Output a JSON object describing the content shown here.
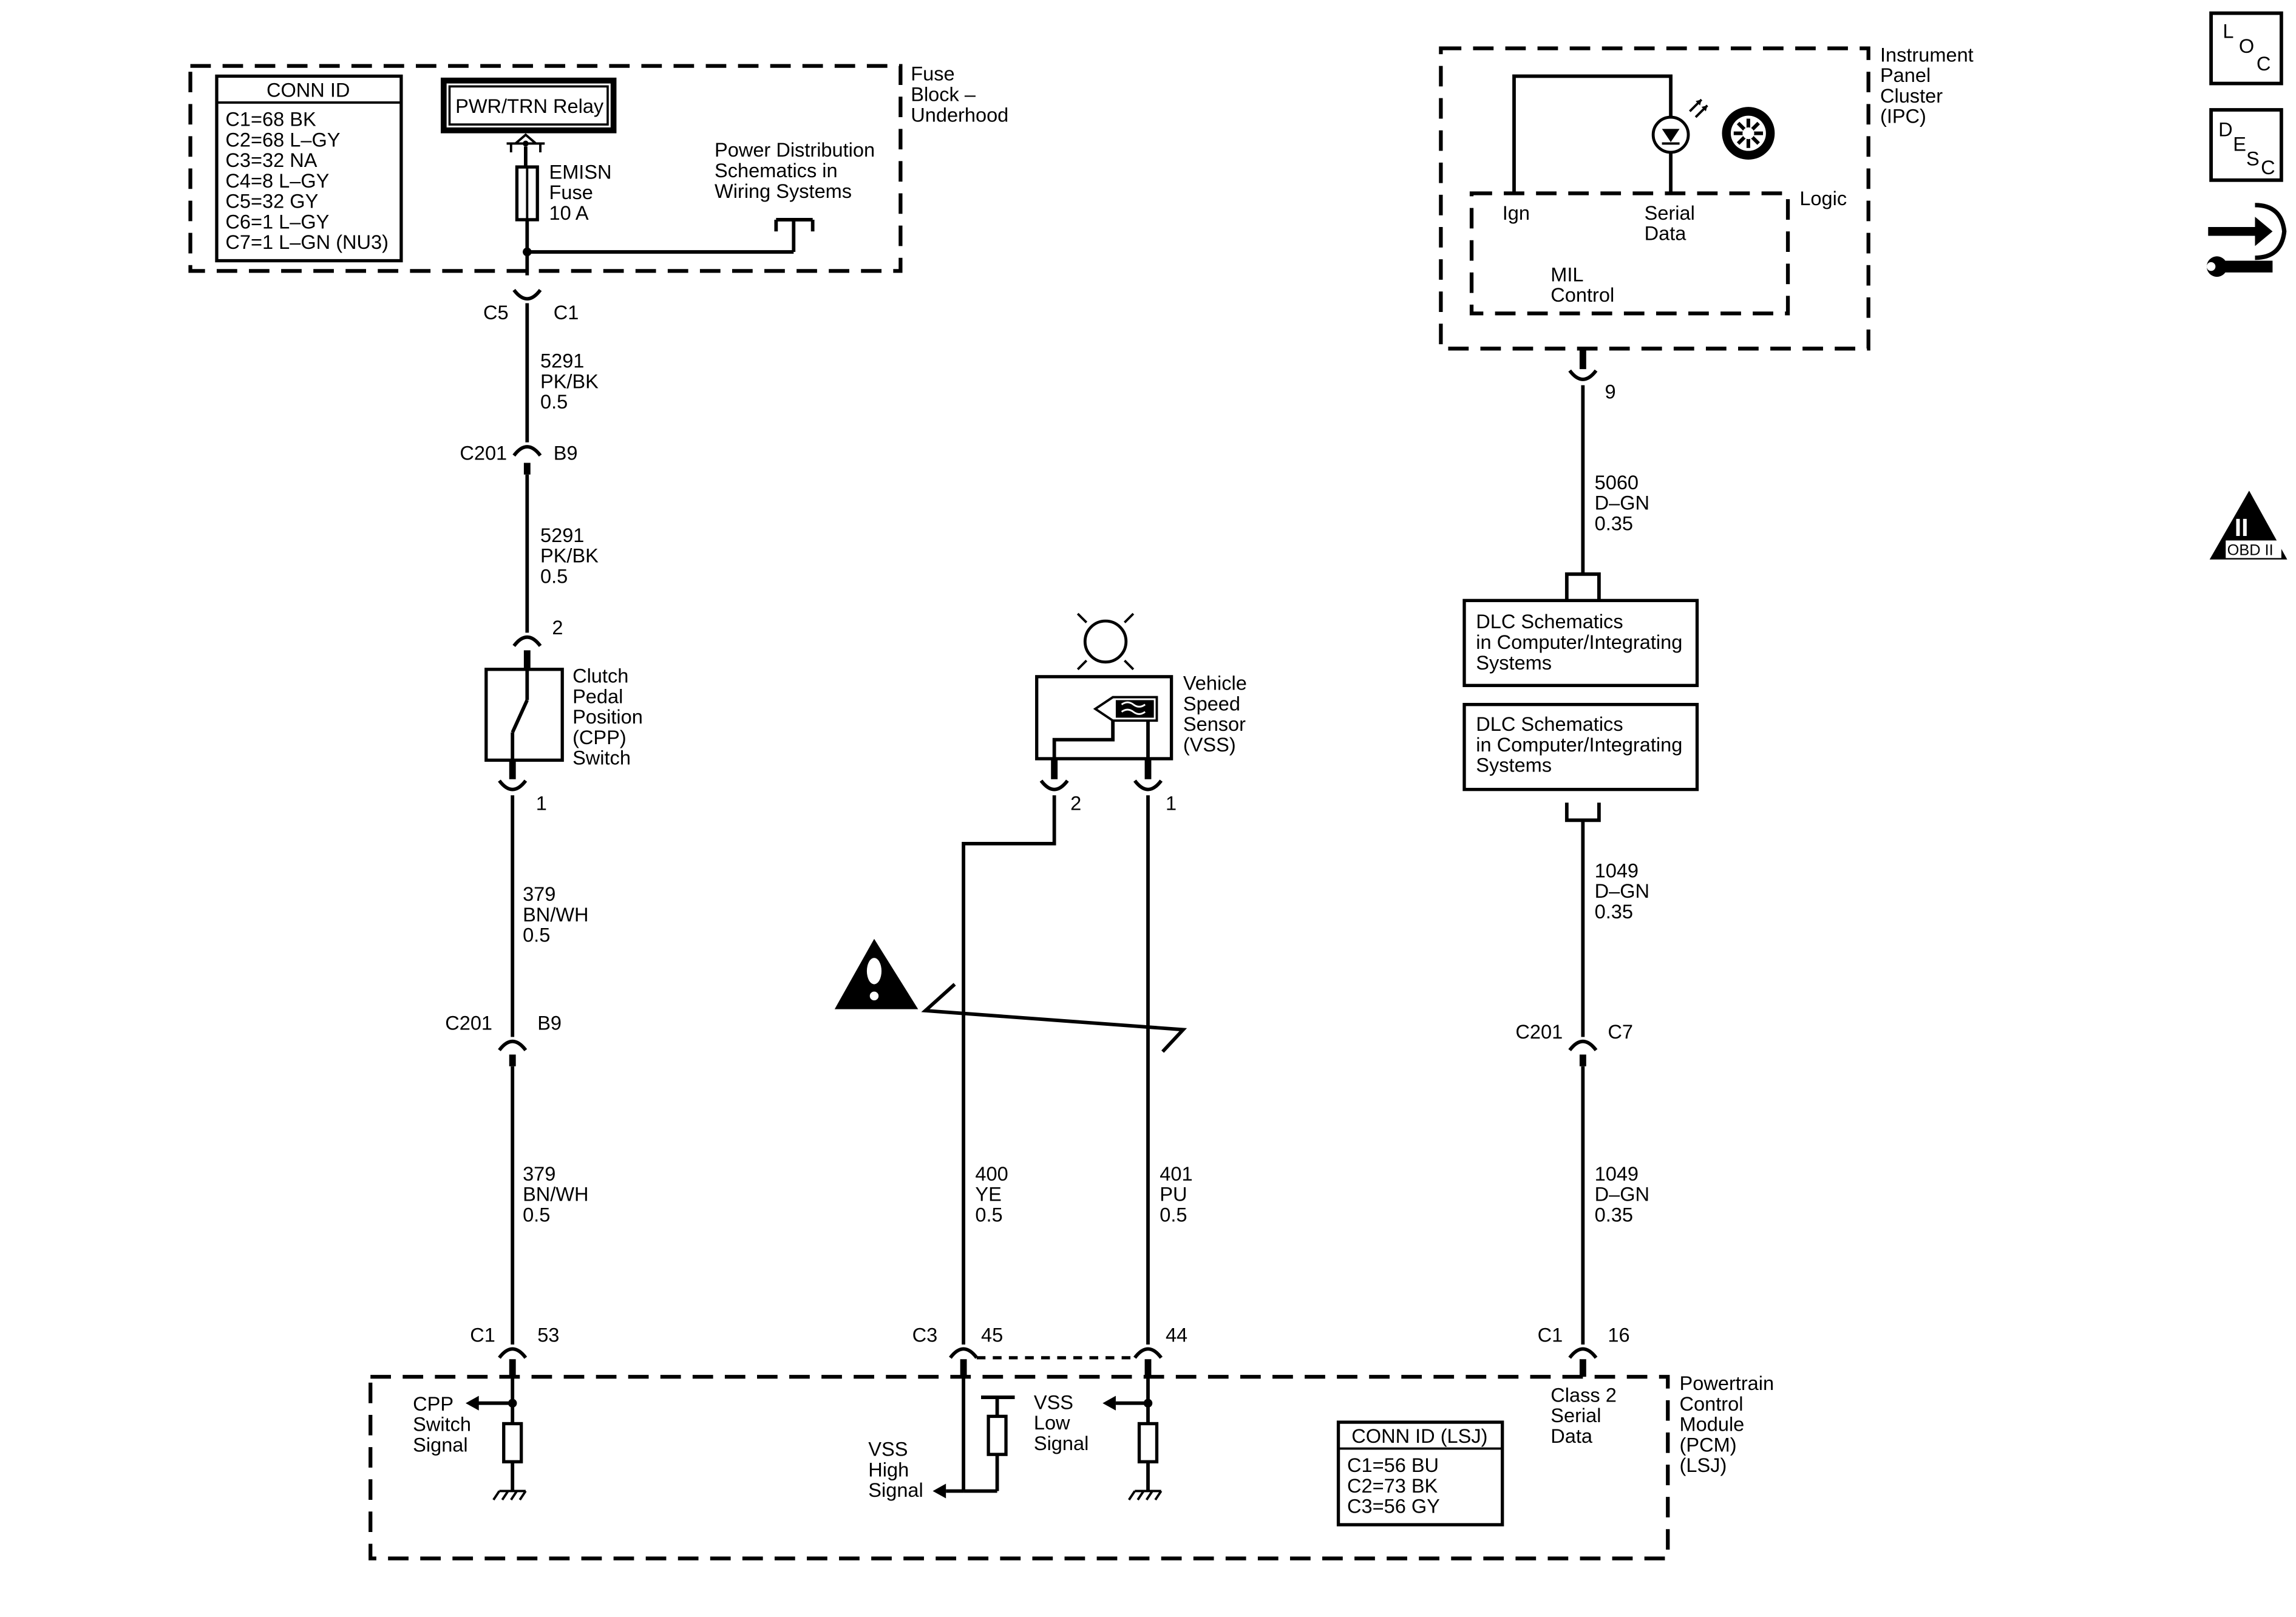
{
  "fuse_block": {
    "title": [
      "Fuse",
      "Block –",
      "Underhood"
    ],
    "conn_id_title": "CONN ID",
    "conn_id": [
      "C1=68 BK",
      "C2=68 L–GY",
      "C3=32 NA",
      "C4=8 L–GY",
      "C5=32 GY",
      "C6=1 L–GY",
      "C7=1 L–GN (NU3)"
    ],
    "relay": "PWR/TRN Relay",
    "fuse": [
      "EMISN",
      "Fuse",
      "10 A"
    ],
    "power_note": [
      "Power Distribution",
      "Schematics in",
      "Wiring Systems"
    ],
    "conn_left": "C5",
    "conn_right": "C1"
  },
  "cpp_circuit": {
    "wire1": [
      "5291",
      "PK/BK",
      "0.5"
    ],
    "c201_label": "C201",
    "c201_pin": "B9",
    "wire2": [
      "5291",
      "PK/BK",
      "0.5"
    ],
    "switch_pin_top": "2",
    "switch_label": [
      "Clutch",
      "Pedal",
      "Position",
      "(CPP)",
      "Switch"
    ],
    "switch_pin_bottom": "1",
    "wire3": [
      "379",
      "BN/WH",
      "0.5"
    ],
    "c201b_label": "C201",
    "c201b_pin": "B9",
    "wire4": [
      "379",
      "BN/WH",
      "0.5"
    ],
    "pcm_conn": "C1",
    "pcm_pin": "53"
  },
  "vss_circuit": {
    "sensor_label": [
      "Vehicle",
      "Speed",
      "Sensor",
      "(VSS)"
    ],
    "pin_left": "2",
    "pin_right": "1",
    "wire_high": [
      "400",
      "YE",
      "0.5"
    ],
    "wire_low": [
      "401",
      "PU",
      "0.5"
    ],
    "pcm_conn": "C3",
    "pin_high": "45",
    "pin_low": "44"
  },
  "ipc": {
    "title": [
      "Instrument",
      "Panel",
      "Cluster",
      "(IPC)"
    ],
    "logic": "Logic",
    "ign": "Ign",
    "serial": [
      "Serial",
      "Data"
    ],
    "mil": [
      "MIL",
      "Control"
    ],
    "pin": "9"
  },
  "class2_circuit": {
    "wire1": [
      "5060",
      "D–GN",
      "0.35"
    ],
    "dlc1": [
      "DLC Schematics",
      "in Computer/Integrating",
      "Systems"
    ],
    "dlc2": [
      "DLC Schematics",
      "in Computer/Integrating",
      "Systems"
    ],
    "wire2": [
      "1049",
      "D–GN",
      "0.35"
    ],
    "c201_label": "C201",
    "c201_pin": "C7",
    "wire3": [
      "1049",
      "D–GN",
      "0.35"
    ],
    "pcm_conn": "C1",
    "pcm_pin": "16"
  },
  "pcm": {
    "title": [
      "Powertrain",
      "Control",
      "Module",
      "(PCM)",
      "(LSJ)"
    ],
    "cpp_signal": [
      "CPP",
      "Switch",
      "Signal"
    ],
    "vss_high": [
      "VSS",
      "High",
      "Signal"
    ],
    "vss_low": [
      "VSS",
      "Low",
      "Signal"
    ],
    "class2": [
      "Class 2",
      "Serial",
      "Data"
    ],
    "conn_id_title": "CONN ID (LSJ)",
    "conn_id": [
      "C1=56 BU",
      "C2=73 BK",
      "C3=56 GY"
    ]
  },
  "side_icons": {
    "loc": [
      "L",
      "O",
      "C"
    ],
    "desc": [
      "D",
      "E",
      "S",
      "C"
    ],
    "obd_numeral": "II",
    "obd": "OBD II",
    "names": [
      "loc-icon",
      "desc-icon",
      "connector-tool-icon",
      "obd-ii-icon"
    ]
  },
  "warning_icon": "caution-icon"
}
